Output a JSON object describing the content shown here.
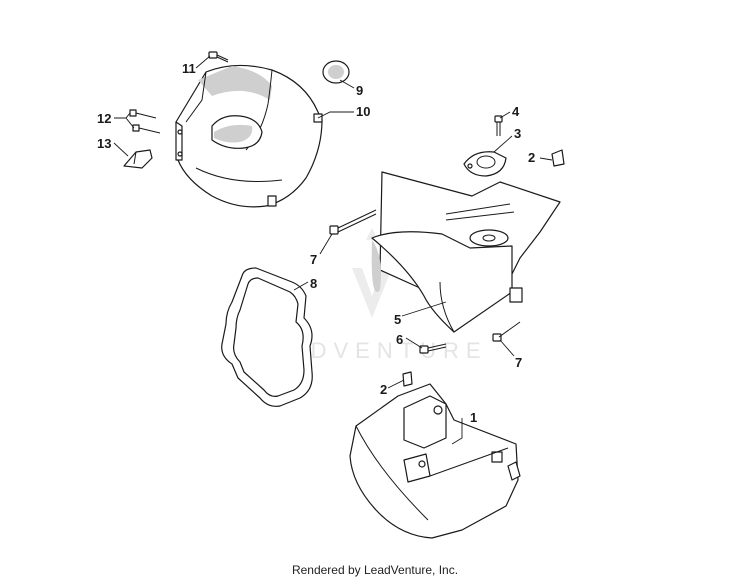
{
  "watermark": "LEADVENTURE",
  "footer": "Rendered by LeadVenture, Inc.",
  "callouts": {
    "c11": "11",
    "c9": "9",
    "c10": "10",
    "c12": "12",
    "c13": "13",
    "c4": "4",
    "c3": "3",
    "c2a": "2",
    "c7a": "7",
    "c8": "8",
    "c5": "5",
    "c6": "6",
    "c7b": "7",
    "c2b": "2",
    "c1": "1"
  }
}
